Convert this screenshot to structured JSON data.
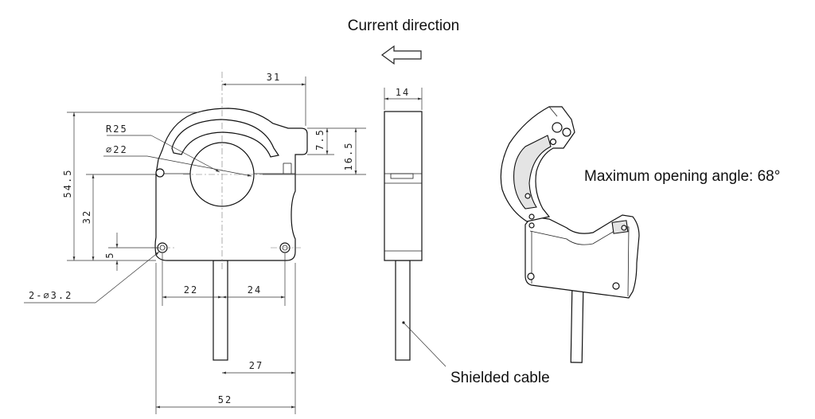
{
  "captions": {
    "current_direction": "Current direction",
    "opening_angle": "Maximum opening angle: 68°",
    "cable": "Shielded cable"
  },
  "dimensions": {
    "d31": "31",
    "d14": "14",
    "r25": "R25",
    "dia22": "⌀22",
    "d7_5": "7.5",
    "d16_5": "16.5",
    "d54_5": "54.5",
    "d32": "32",
    "d5": "5",
    "holes": "2-⌀3.2",
    "d22": "22",
    "d24": "24",
    "d27": "27",
    "d52": "52"
  }
}
